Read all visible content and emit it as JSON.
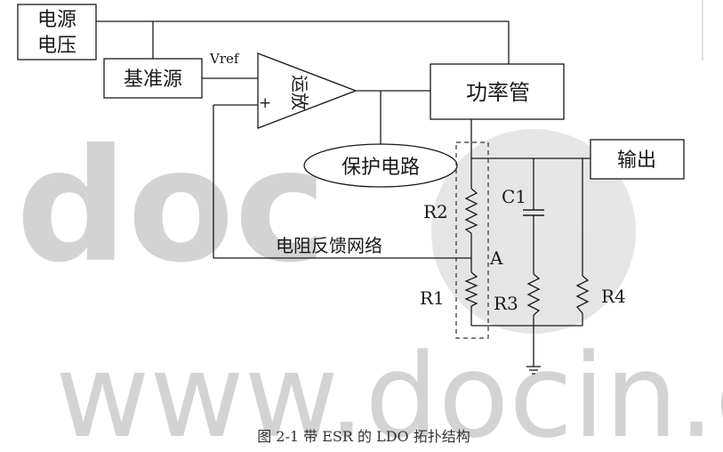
{
  "diagram": {
    "blocks": {
      "supply": [
        "电源",
        "电压"
      ],
      "reference": "基准源",
      "power_tube": "功率管",
      "protection": "保护电路",
      "output": "输出",
      "opamp": "运放",
      "feedback_network": "电阻反馈网络"
    },
    "labels": {
      "vref": "Vref",
      "plus": "+",
      "r1": "R1",
      "r2": "R2",
      "r3": "R3",
      "r4": "R4",
      "c1": "C1",
      "node_a": "A"
    },
    "caption": "图 2-1 带 ESR 的 LDO 拓扑结构"
  },
  "watermark": {
    "logo_text": "doc",
    "url_text": "www.docin.com"
  }
}
